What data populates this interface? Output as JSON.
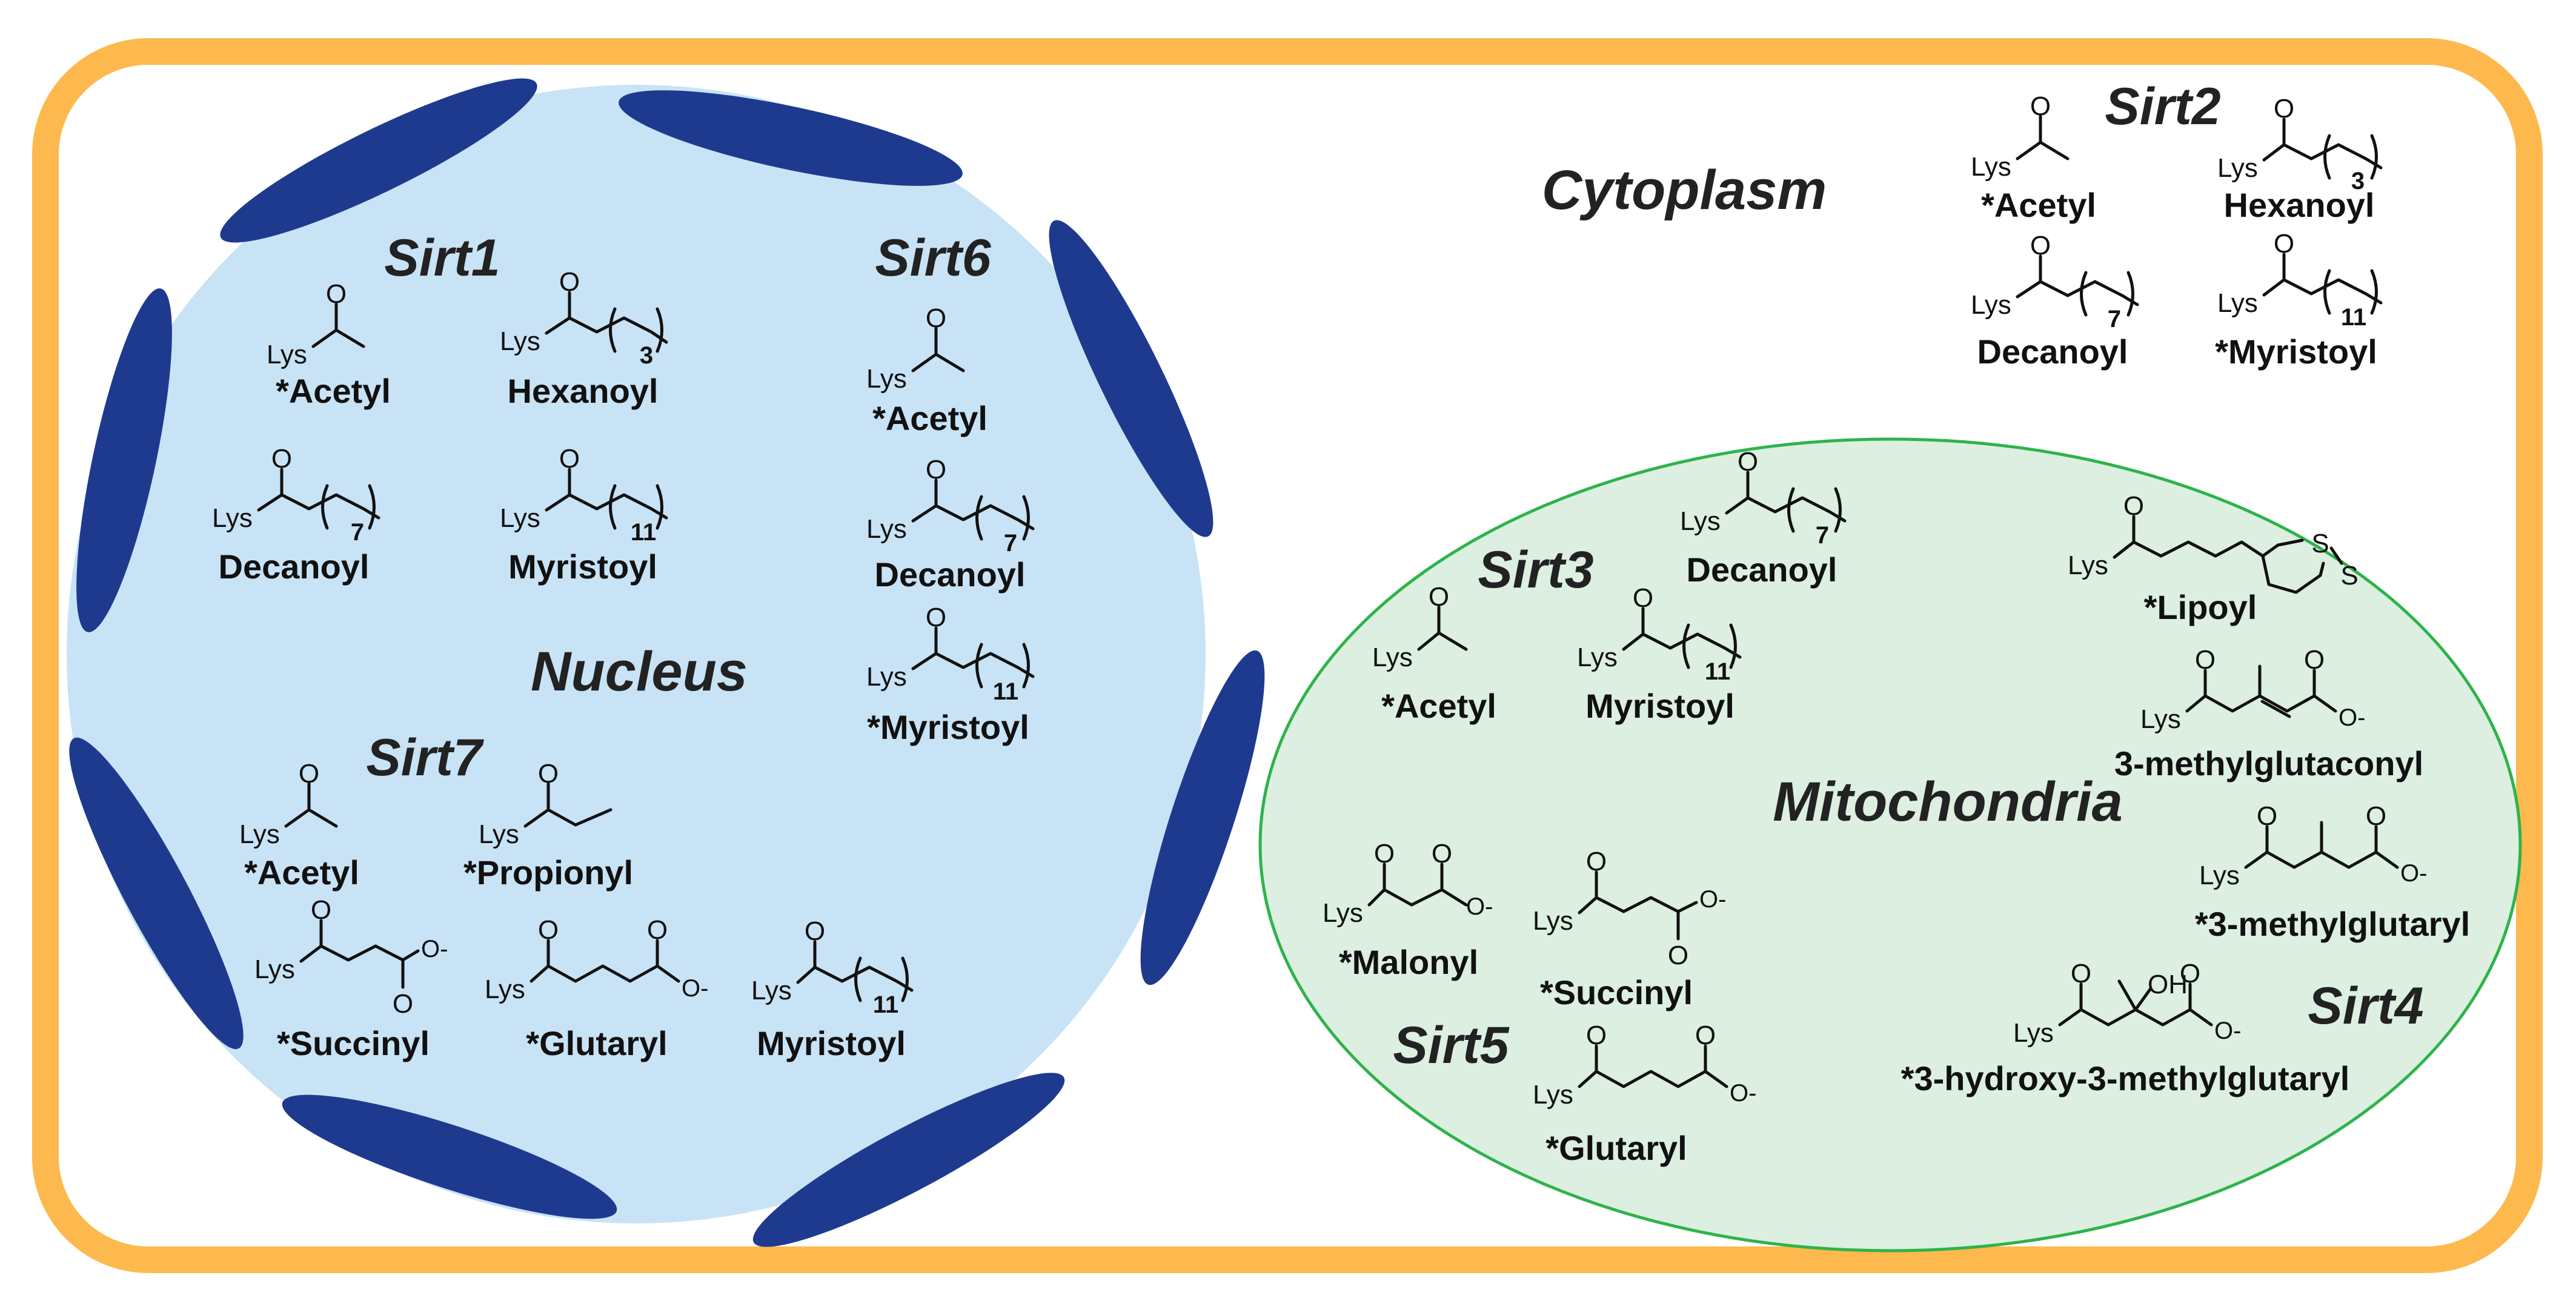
{
  "colors": {
    "cell_border": "#FDB94D",
    "nucleus_fill": "#C8E3F5",
    "nuclear_pore": "#1E3A8F",
    "mito_fill": "#DCEFE0",
    "mito_border": "#2EB34A",
    "text": "#111111"
  },
  "compartments": {
    "nucleus": "Nucleus",
    "cytoplasm": "Cytoplasm",
    "mitochondria": "Mitochondria"
  },
  "common": {
    "lys": "Lys",
    "oxygen": "O",
    "oxide": "O-",
    "hydroxyl": "OH",
    "sulfur": "S"
  },
  "sirtuins": [
    {
      "id": "sirt1",
      "name": "Sirt1",
      "modifications": [
        {
          "label": "*Acetyl",
          "structure": "acetyl"
        },
        {
          "label": "Hexanoyl",
          "structure": "chain",
          "n": "3"
        },
        {
          "label": "Decanoyl",
          "structure": "chain",
          "n": "7"
        },
        {
          "label": "Myristoyl",
          "structure": "chain",
          "n": "11"
        }
      ]
    },
    {
      "id": "sirt6",
      "name": "Sirt6",
      "modifications": [
        {
          "label": "*Acetyl",
          "structure": "acetyl"
        },
        {
          "label": "Decanoyl",
          "structure": "chain",
          "n": "7"
        },
        {
          "label": "*Myristoyl",
          "structure": "chain",
          "n": "11"
        }
      ]
    },
    {
      "id": "sirt7",
      "name": "Sirt7",
      "modifications": [
        {
          "label": "*Acetyl",
          "structure": "acetyl"
        },
        {
          "label": "*Propionyl",
          "structure": "propionyl"
        },
        {
          "label": "*Succinyl",
          "structure": "succinyl"
        },
        {
          "label": "*Glutaryl",
          "structure": "glutaryl"
        },
        {
          "label": "Myristoyl",
          "structure": "chain",
          "n": "11"
        }
      ]
    },
    {
      "id": "sirt2",
      "name": "Sirt2",
      "modifications": [
        {
          "label": "*Acetyl",
          "structure": "acetyl"
        },
        {
          "label": "Hexanoyl",
          "structure": "chain",
          "n": "3"
        },
        {
          "label": "Decanoyl",
          "structure": "chain",
          "n": "7"
        },
        {
          "label": "*Myristoyl",
          "structure": "chain",
          "n": "11"
        }
      ]
    },
    {
      "id": "sirt3",
      "name": "Sirt3",
      "modifications": [
        {
          "label": "Decanoyl",
          "structure": "chain",
          "n": "7"
        },
        {
          "label": "*Acetyl",
          "structure": "acetyl"
        },
        {
          "label": "Myristoyl",
          "structure": "chain",
          "n": "11"
        }
      ]
    },
    {
      "id": "sirt5",
      "name": "Sirt5",
      "modifications": [
        {
          "label": "*Malonyl",
          "structure": "malonyl"
        },
        {
          "label": "*Succinyl",
          "structure": "succinyl"
        },
        {
          "label": "*Glutaryl",
          "structure": "glutaryl"
        }
      ]
    },
    {
      "id": "sirt4",
      "name": "Sirt4",
      "modifications": [
        {
          "label": "*Lipoyl",
          "structure": "lipoyl"
        },
        {
          "label": "3-methylglutaconyl",
          "structure": "methylglutaconyl"
        },
        {
          "label": "*3-methylglutaryl",
          "structure": "methylglutaryl"
        },
        {
          "label": "*3-hydroxy-3-methylglutaryl",
          "structure": "hmg"
        }
      ]
    }
  ]
}
